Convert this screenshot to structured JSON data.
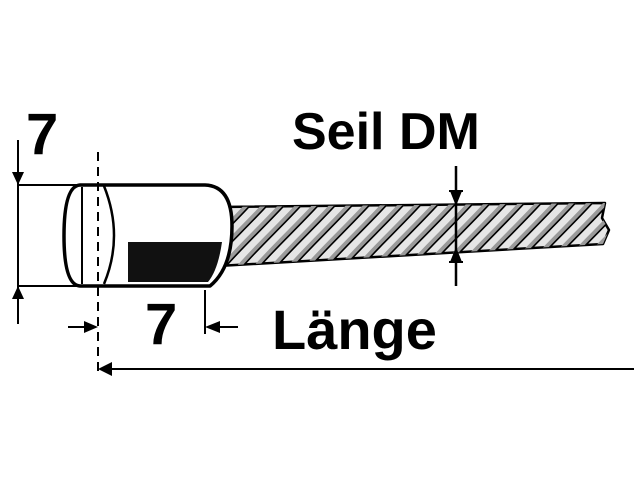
{
  "labels": {
    "nipple_diameter": "7",
    "cable_diameter": "Seil DM",
    "nipple_length": "7",
    "total_length": "Länge"
  },
  "colors": {
    "ink": "#000000",
    "background": "#ffffff",
    "strand_shade": "#9a9a9a",
    "cable_fill": "#e6e6e6"
  }
}
